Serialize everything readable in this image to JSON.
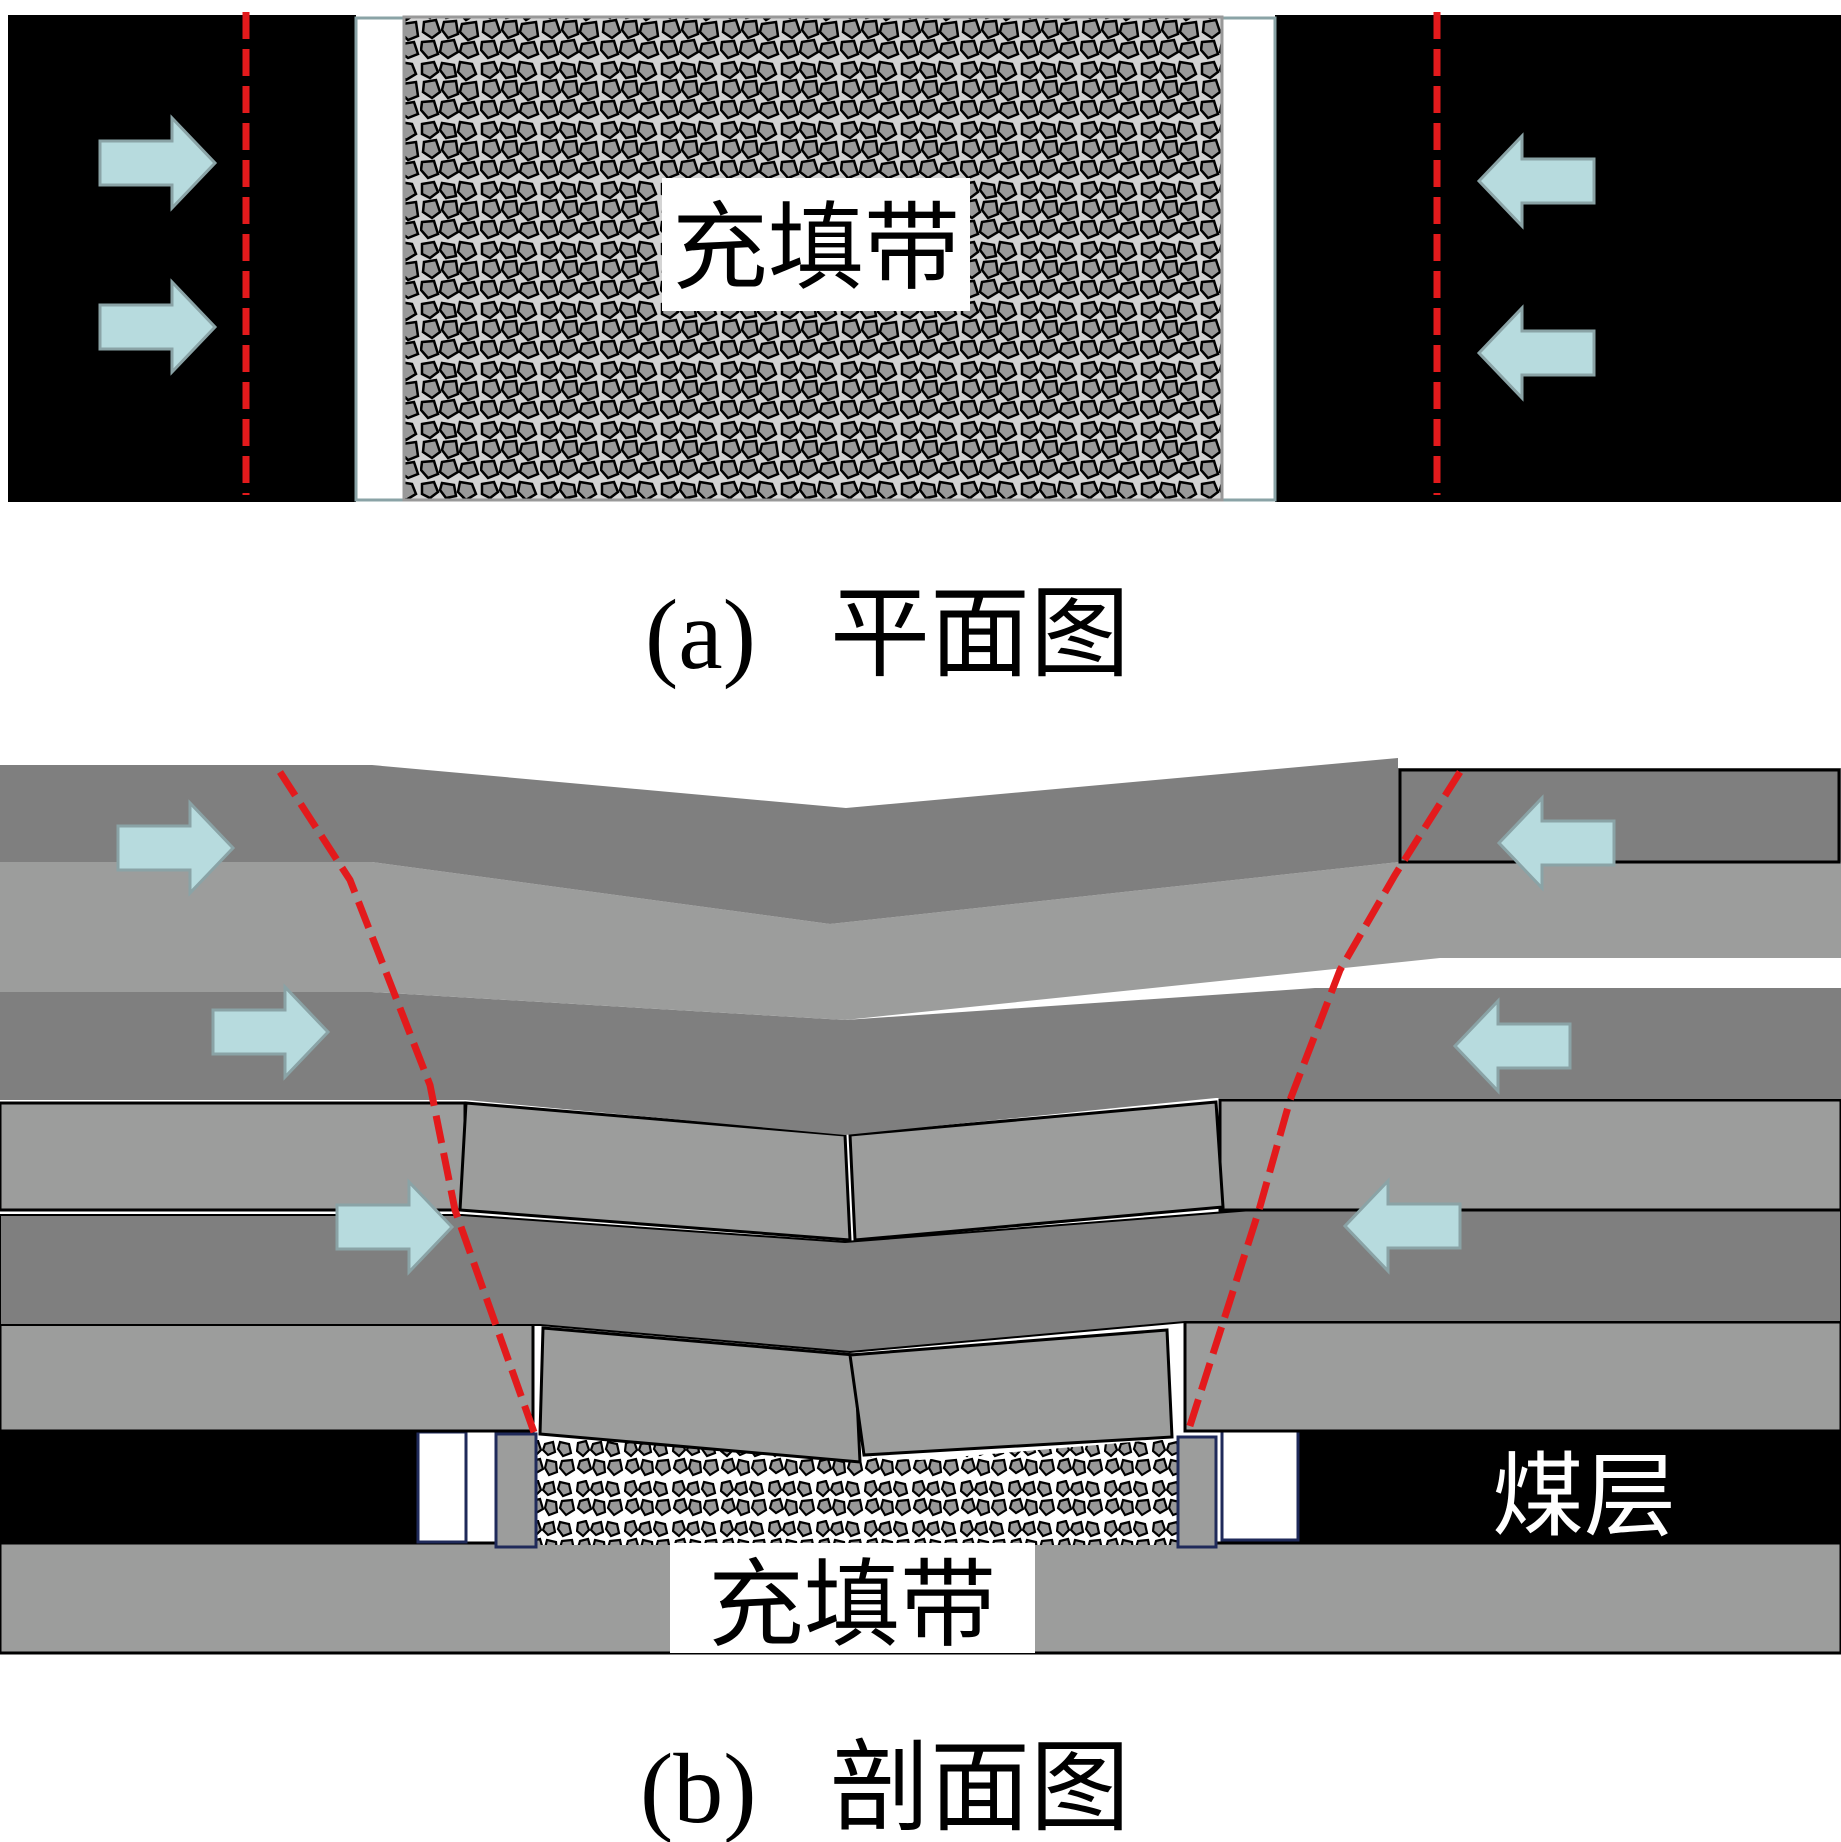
{
  "figure": {
    "panel_a": {
      "caption_letter": "(a)",
      "caption_title": "平面图",
      "fill_strip_label": "充填带"
    },
    "panel_b": {
      "caption_letter": "(b)",
      "caption_title": "剖面图",
      "fill_strip_label": "充填带",
      "coal_seam_label": "煤层"
    }
  },
  "colors": {
    "coal": "#000000",
    "strata_dark": "#7f7f7f",
    "strata_light": "#9c9d9c",
    "fill_background_plan": "#d4d4d4",
    "rock_fragment": "#999999",
    "arrow_fill": "#b7dbde",
    "arrow_stroke": "#8aa3a6",
    "break_line": "#e31a1c",
    "support_outline": "#1f2a5a"
  },
  "legend_semantics": {
    "arrows": "lateral pressure toward fill strip",
    "red_dashed_lines": "fracture/break lines",
    "white_blocks": "roadway openings",
    "gray_narrow_blocks": "side support walls"
  }
}
